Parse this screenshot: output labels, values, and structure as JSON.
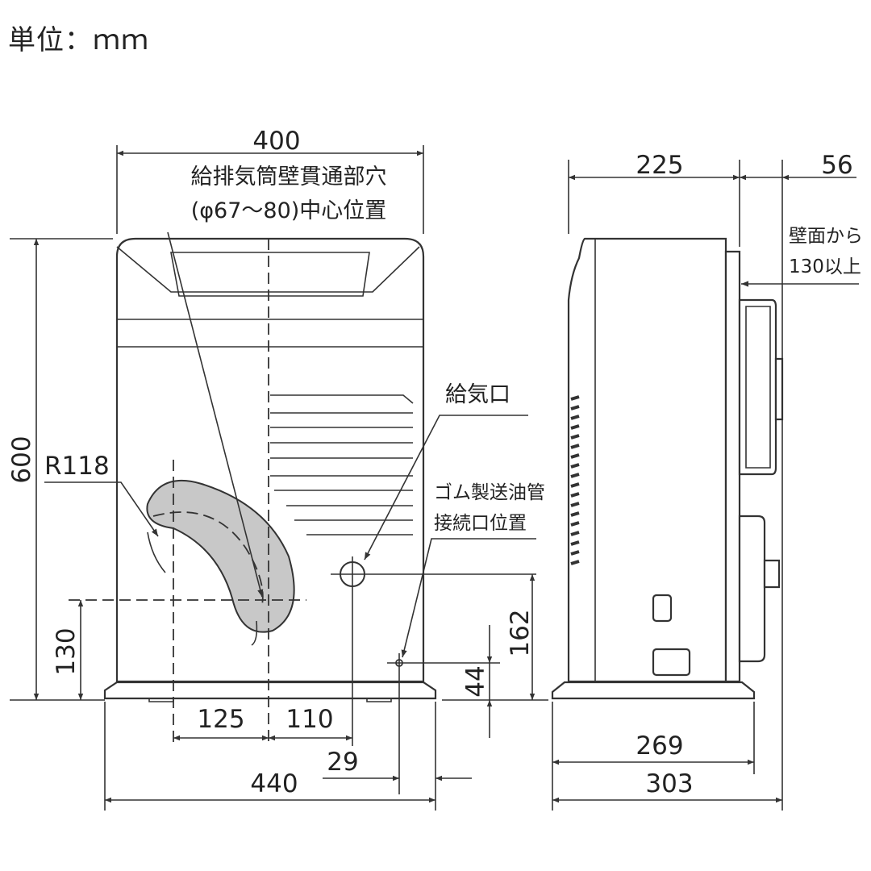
{
  "unit_label": "単位：ｍｍ",
  "front_view": {
    "width_top": "400",
    "height": "600",
    "flue_hole_label_line1": "給排気筒壁貫通部穴",
    "flue_hole_label_line2": "(φ67～80)中心位置",
    "radius_label": "R118",
    "intake_label": "給気口",
    "oil_pipe_label_line1": "ゴム製送油管",
    "oil_pipe_label_line2": "接続口位置",
    "dim_130": "130",
    "dim_162": "162",
    "dim_44": "44",
    "dim_125": "125",
    "dim_110": "110",
    "dim_29": "29",
    "dim_440": "440"
  },
  "side_view": {
    "depth_225": "225",
    "depth_56": "56",
    "wall_note_line1": "壁面から",
    "wall_note_line2": "130以上",
    "base_269": "269",
    "base_303": "303"
  }
}
